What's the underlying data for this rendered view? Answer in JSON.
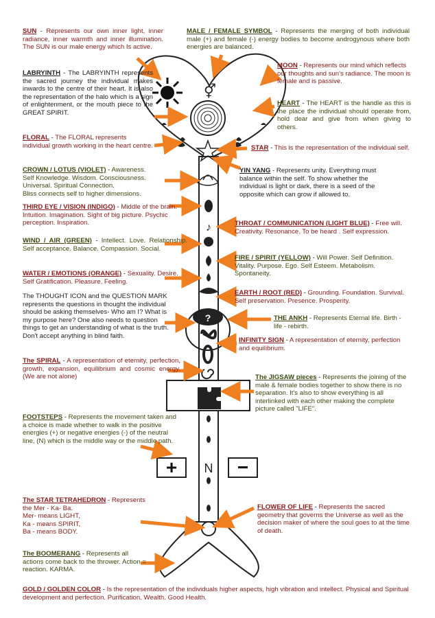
{
  "annotations": {
    "sun": {
      "title": "SUN",
      "text": "Represents our own inner light, inner radiance, inner warmth and inner illumination. The SUN is our male energy which Is active."
    },
    "male_female": {
      "title": "MALE / FEMALE SYMBOL",
      "text": "Represents the merging of both individual male (+) and female (-) energy bodies to become androgynous where both energies are balanced."
    },
    "labyrinth": {
      "title": "LABRYINTH",
      "text": "The LABRYINTH represents the sacred journey the individual makes inwards to the centre of their heart. It is also the representation of the halo which is a sign of enlightenment, or the mouth piece to the GREAT SPIRIT."
    },
    "moon": {
      "title": "MOON",
      "text": "Represents our mind which reflects our thoughts and sun's radiance. The moon is female and is passive."
    },
    "heart": {
      "title": "HEART",
      "text": "The HEART is the handle as this is the place the individual should operate from, hold dear and give from when giving to others."
    },
    "floral": {
      "title": "FLORAL",
      "text": "The FLORAL represents individual growth working in the heart centre."
    },
    "star": {
      "title": "STAR",
      "text": "This is the representation of the individual self."
    },
    "crown": {
      "title": "CROWN / LOTUS (VIOLET)",
      "lines": [
        "Awareness.",
        "Self Knowledge. Wisdom. Consciousness.",
        "Universal. Spiritual Connection.",
        "Bliss connects self to higher dimensions."
      ]
    },
    "yin_yang": {
      "title": "YIN YANG",
      "text": "Represents unity. Everything must balance within the self. To show whether the individual is light or dark, there is a seed of the opposite which can grow if allowed to."
    },
    "third_eye": {
      "title": "THIRD EYE / VISION (INDIGO)",
      "text": "Middle of the brain. Intuition. Imagination. Sight of big picture. Psychic perception. Inspiration."
    },
    "throat": {
      "title": "THROAT / COMMUNICATION (LIGHT BLUE)",
      "text": "Free will. Creativity. Resonance. To be heard . Self expression."
    },
    "wind": {
      "title": "WIND / AIR (GREEN)",
      "text": "Intellect. Love. Relationship. Self acceptance. Balance. Compassion. Social."
    },
    "fire": {
      "title": "FIRE / SPIRIT (YELLOW)",
      "text": "Will Power. Self Definition. Vitality. Purpose. Ego. Self Esteem. Metabolism. Spontaneity."
    },
    "water": {
      "title": "WATER / EMOTIONS (ORANGE)",
      "text": "Sexuality. Desire. Self Gratification. Pleasure. Feeling."
    },
    "earth": {
      "title": "EARTH / ROOT (RED)",
      "text": "Grounding. Foundation. Survival. Self preservation. Presence. Prosperity."
    },
    "thought": {
      "text": "The THOUGHT ICON and the QUESTION MARK represents the questions in thought the individual should be asking themselves- Who am I? What is my purpose here? One also needs to question things to get an understanding of what is the truth. Don't accept anything in blind faith."
    },
    "ankh": {
      "title": "THE ANKH",
      "text": "Represents Eternal life. Birth - life - rebirth."
    },
    "infinity": {
      "title": "INFINITY SIGN",
      "text": "A representation of eternity, perfection and equilibrium."
    },
    "spiral": {
      "title": "The SPIRAL",
      "text": "A representation of eternity, perfection, growth, expansion, equilibrium and cosmic energy. (We are not alone)"
    },
    "jigsaw": {
      "title": "The JIGSAW pieces",
      "text": "Represents the joining of the male & female bodies together to show there is no separation. It's also to show everything is all interlinked with each other making the complete picture called \"LIFE\"."
    },
    "footsteps": {
      "title": "FOOTSTEPS",
      "text": "Represents the movement taken and a choice is made whether to walk in the positive energies (+) or negative energies (-) of the neutral line, (N) which is the middle way or the middle path."
    },
    "tetrahedron": {
      "title": "The STAR TETRAHEDRON",
      "text": "Represents",
      "lines": [
        "the Mer - Ka- Ba.",
        "Mer- means LIGHT,",
        "Ka - means SPIRIT,",
        "Ba - means BODY."
      ]
    },
    "flower": {
      "title": "FLOWER OF LIFE",
      "text": "Represents the sacred geometry that governs the Universe as well as the decision maker of where the soul goes to at the time of death."
    },
    "boomerang": {
      "title": "The BOOMERANG",
      "text": "Represents all actions come back to the thrower. Action = reaction. KARMA."
    },
    "gold": {
      "title": "GOLD / GOLDEN COLOR",
      "text": "Is the representation of the individuals higher aspects, high vibration and intellect. Physical and Spiritual development and perfection. Purification. Wealth. Good Health."
    }
  },
  "symbols": {
    "plus": "+",
    "minus": "−",
    "neutral": "N",
    "question": "?",
    "male_female": "⚥"
  },
  "colors": {
    "arrow": "#f07f22",
    "title_red": "#8b1a1a",
    "title_green": "#3b4a12",
    "outline": "#222222"
  }
}
